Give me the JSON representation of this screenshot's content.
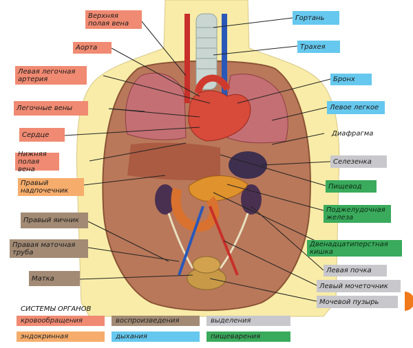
{
  "labels": {
    "sup_vena_cava": "Верхняя\nполая вена",
    "aorta": "Аорта",
    "left_pulm_artery": "Левая легочная\nартерия",
    "pulm_veins": "Легочные вены",
    "heart": "Сердце",
    "inf_vena_cava": "Нижняя полая\nвена",
    "right_adrenal": "Правый\nнадпочечник",
    "right_ovary": "Правый яичник",
    "right_fallopian": "Правая маточная\nтруба",
    "uterus": "Матка",
    "larynx": "Гортань",
    "trachea": "Трахея",
    "bronchus": "Бронх",
    "left_lung": "Левое легкое",
    "diaphragm": "Диафрагма",
    "spleen": "Селезенка",
    "esophagus": "Пищевод",
    "pancreas": "Поджелудочная\nжелеза",
    "duodenum": "Двенадцатиперстная\nкишка",
    "left_kidney": "Левая почка",
    "left_ureter": "Левый мочеточник",
    "bladder": "Мочевой пузырь"
  },
  "legend": {
    "title": "СИСТЕМЫ ОРГАНОВ",
    "items": [
      {
        "label": "кровообращения",
        "color": "#f08a72"
      },
      {
        "label": "воспроизведения",
        "color": "#a28a74"
      },
      {
        "label": "выделения",
        "color": "#c8c8cc"
      },
      {
        "label": "эндокринная",
        "color": "#f6ad6c"
      },
      {
        "label": "дыхания",
        "color": "#66c8ee"
      },
      {
        "label": "пищеварения",
        "color": "#3aaa5c"
      }
    ]
  },
  "colors": {
    "body": "#f8eca8",
    "cavity": "#b9785a",
    "lung": "#c46f73",
    "organ": "#c4453a",
    "intestine": "#d9722e",
    "kidney": "#4a3050",
    "spleen": "#3e2f4e",
    "trachea": "#c9d6d2"
  }
}
